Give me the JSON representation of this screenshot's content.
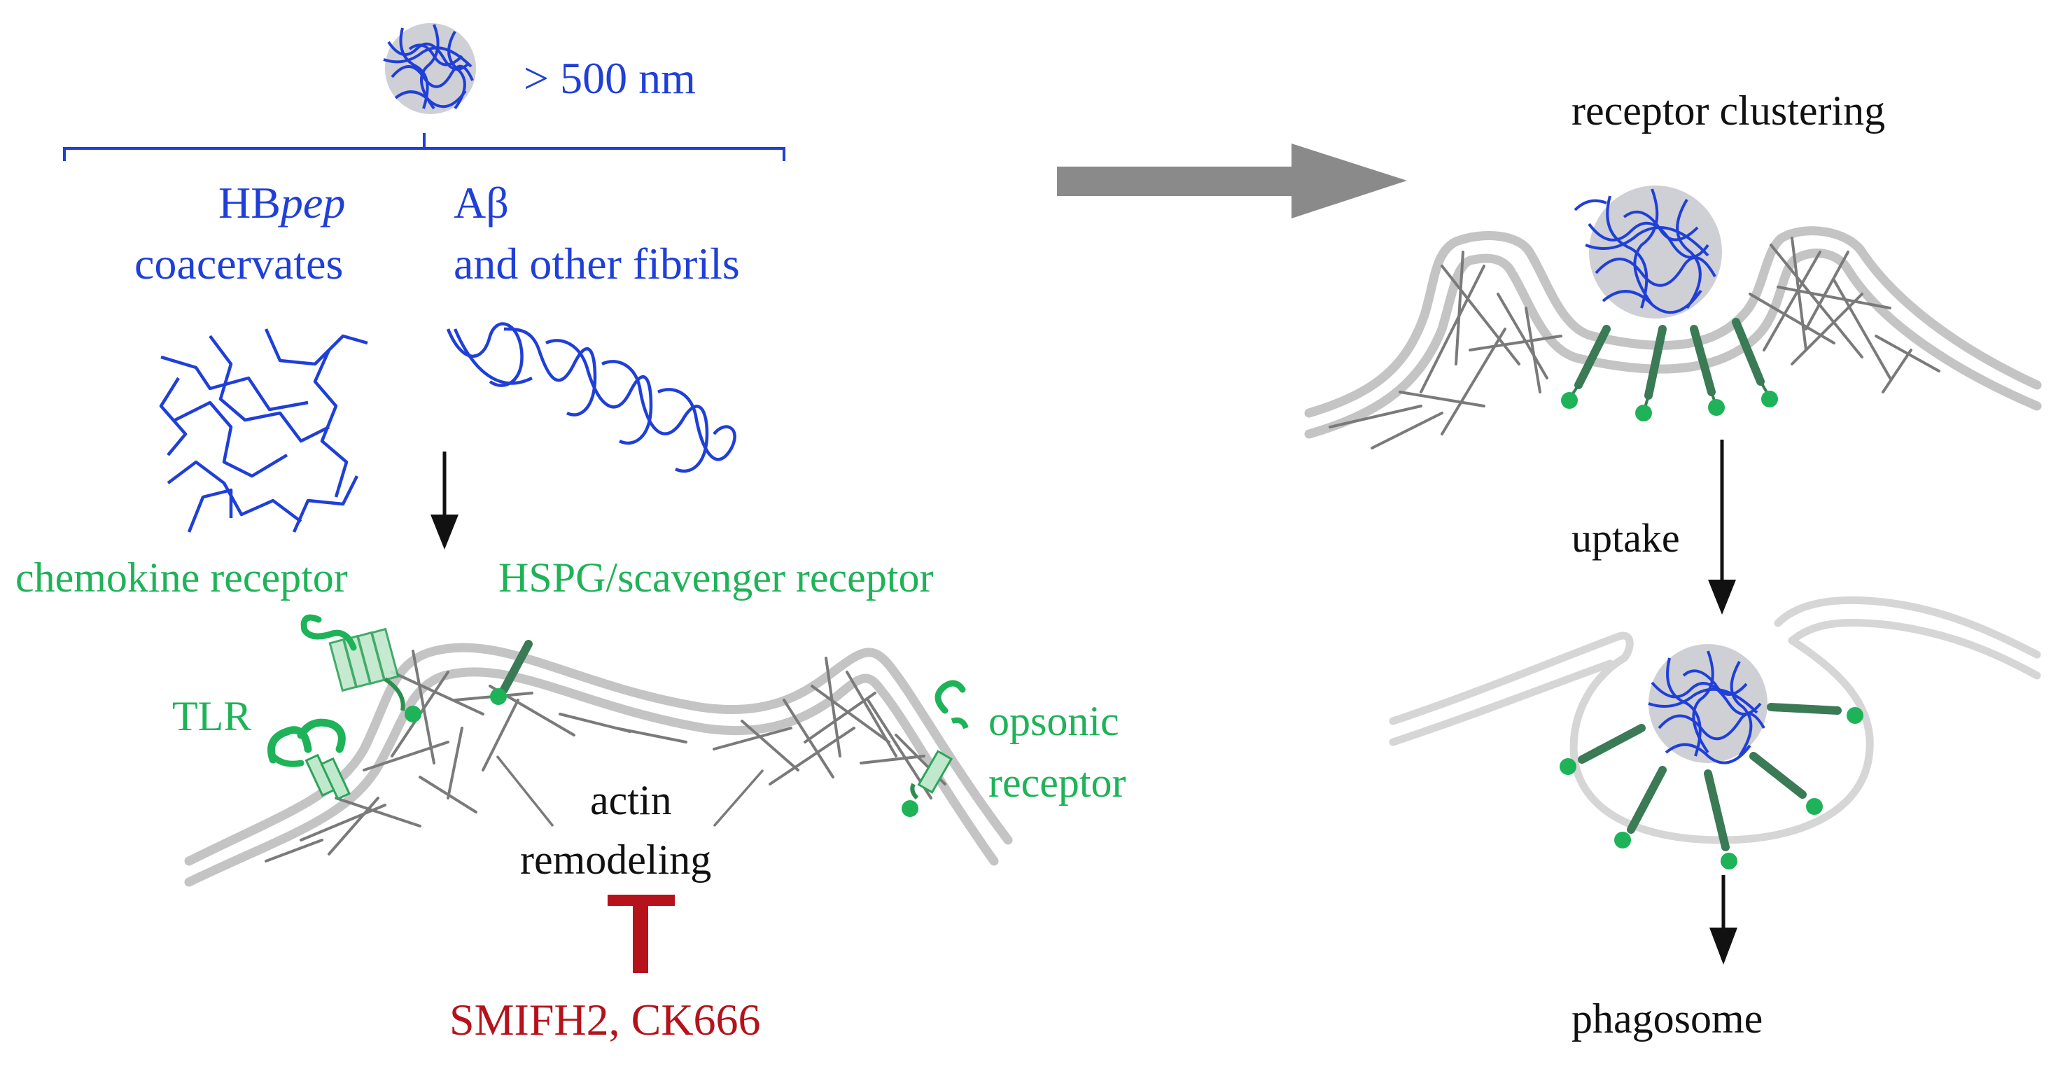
{
  "size_label": "> 500 nm",
  "left": {
    "hbpep_prefix": "HB",
    "hbpep_italic": "pep",
    "coacervates": "coacervates",
    "abeta": "Aβ",
    "fibrils": "and other fibrils",
    "receptors": {
      "chemokine": "chemokine receptor",
      "hspg": "HSPG/scavenger receptor",
      "tlr": "TLR",
      "opsonic_1": "opsonic",
      "opsonic_2": "receptor"
    },
    "actin_1": "actin",
    "actin_2": "remodeling",
    "inhibitors": "SMIFH2, CK666"
  },
  "right": {
    "clustering": "receptor clustering",
    "uptake": "uptake",
    "phagosome": "phagosome"
  },
  "colors": {
    "blue": "#1f3fd8",
    "green": "#1eb358",
    "red": "#b5121b",
    "membrane": "#c4c4c4",
    "actin": "#7a7a7a",
    "arrow_gray": "#8a8a8a"
  }
}
